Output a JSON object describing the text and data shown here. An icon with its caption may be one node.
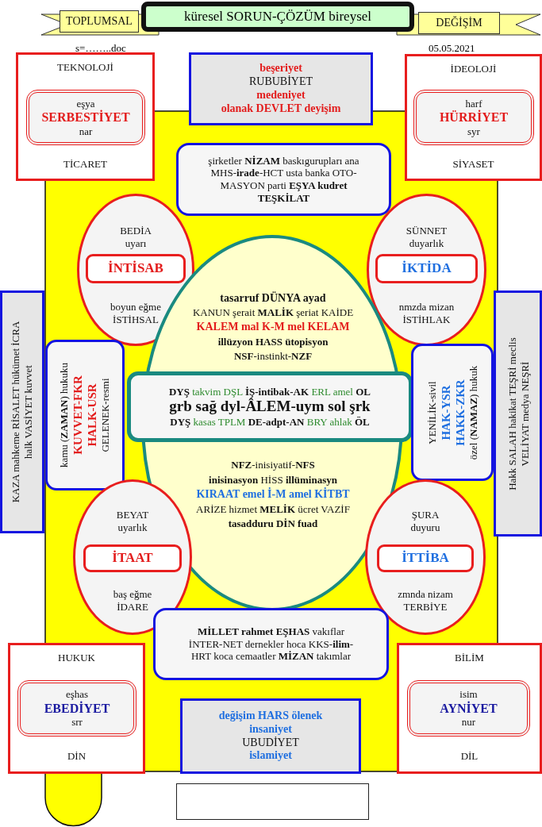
{
  "diagram": {
    "title": "küresel SORUN-ÇÖZÜM bireysel",
    "nodes": [
      {
        "text": [
          "TOPLUMSAL"
        ]
      },
      {
        "text": [
          "DEĞİŞİM"
        ]
      },
      {
        "text": [
          "TEKNOLOJİ",
          "TİCARET"
        ]
      },
      {
        "text": [
          "eşya",
          "SERBESTİYET",
          "nar"
        ],
        "in": 2
      },
      {
        "text": [
          "beşeriyet",
          "RUBUBİYET",
          "medeniyet",
          "olanak  DEVLET deyişim"
        ]
      },
      {
        "text": [
          "İDEOLOJİ",
          "SİYASET"
        ]
      },
      {
        "text": [
          "harf",
          "HÜRRİYET",
          "syr"
        ],
        "in": 5
      },
      {
        "text": [
          "şirketler **NİZAM** baskıgurupları ana MHS-**irade**-HCT usta banka OTO-MASYON parti **EŞYA kudret TEŞKİLAT**"
        ]
      },
      {
        "text": [
          "BEDİA uyarı",
          "boyun eğme İSTİHSAL"
        ]
      },
      {
        "text": [
          "İNTİSAB"
        ],
        "in": 8
      },
      {
        "text": [
          "SÜNNET duyarlık",
          "nmzda mizan İSTİHLAK"
        ]
      },
      {
        "text": [
          "İKTİDA"
        ],
        "in": 10
      },
      {
        "text": [
          "KAZA mahkeme RİSALET hükümet İCRA halk VASİYET kuvvet"
        ]
      },
      {
        "text": [
          "tasarruf DÜNYA ayad",
          "KANUN şerait **MALİK** şeriat KAİDE",
          "KALEM mal K-M mel KELAM",
          "illüzyon HASS ütopisyon",
          "**NSF**-instinkt-**NZF**",
          "**NFZ**-inisiyatif-**NFS**",
          "**inisinasyon** HİSS **illüminasyn**",
          "KIRAAT emel İ-M amel KİTBT",
          "ARİZE hizmet **MELİK** ücret VAZİF",
          "tasadduru DİN fuad"
        ]
      },
      {
        "text": [
          "**DYŞ** takvim DŞL **İŞ-intibak-AK** ERL amel **OL**",
          "grb sağ dyl-ÂLEM-uym sol şrk",
          "**DYŞ** kasas TPLM **DE-adpt-AN** BRY ahlak **ÖL**"
        ]
      },
      {
        "text": [
          "kamu (**ZAMAN**) hukuku",
          "KUVVET-FKR",
          "HALK-USR",
          "GELENEK-resmi"
        ]
      },
      {
        "text": [
          "YENİLİK-sivil",
          "HAK-YSR",
          "HAKK-ZKR",
          "özel (**NAMAZ**) hukuk"
        ]
      },
      {
        "text": [
          "Hakk SALAH hakikat TEŞRİ meclis VELİYAT medya NEŞRİ"
        ]
      },
      {
        "text": [
          "BEYAT uyarlık",
          "baş eğme İDARE"
        ]
      },
      {
        "text": [
          "İTAAT"
        ],
        "in": 18
      },
      {
        "text": [
          "ŞURA duyuru",
          "zmnda nizam TERBİYE"
        ]
      },
      {
        "text": [
          "İTTİBA"
        ],
        "in": 20
      },
      {
        "text": [
          "**MİLLET rahmet EŞHAS** vakıflar İNTER-NET dernekler hoca KKS-**ilim**-HRT koca cemaatler **MİZAN** takımlar"
        ]
      },
      {
        "text": [
          "HUKUK",
          "DİN"
        ]
      },
      {
        "text": [
          "eşhas",
          "EBEDİYET",
          "srr"
        ],
        "in": 23
      },
      {
        "text": [
          "değişim HARS ölenek",
          "insaniyet",
          "UBUDİYET",
          "islamiyet"
        ]
      },
      {
        "text": [
          "BİLİM",
          "DİL"
        ]
      },
      {
        "text": [
          "isim",
          "AYNİYET",
          "nur"
        ],
        "in": 26
      },
      {
        "text": [],
        "shape": "box"
      }
    ],
    "labels": [
      "s=……..doc",
      "05.05.2021"
    ]
  }
}
